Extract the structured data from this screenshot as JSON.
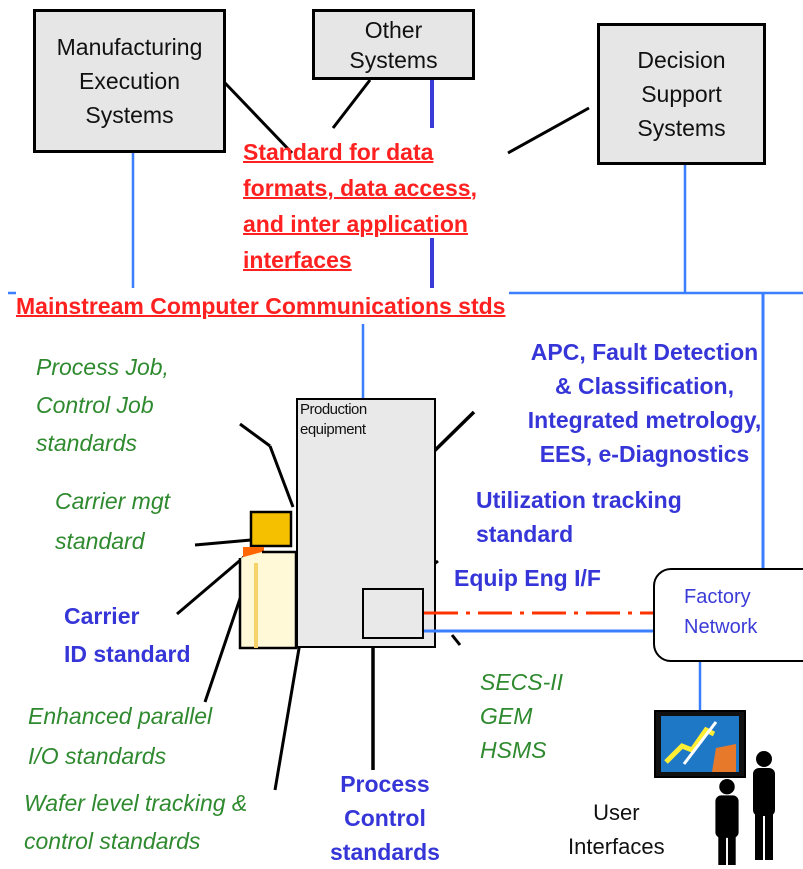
{
  "boxes": {
    "mes": "Manufacturing\nExecution\nSystems",
    "other": "Other\nSystems",
    "dss": "Decision\nSupport\nSystems",
    "production": "Production\nequipment",
    "factory_network": "Factory\nNetwork"
  },
  "labels": {
    "standard_data": "Standard for data\nformats, data access,\nand inter application\ninterfaces",
    "mainstream": "Mainstream Computer Communications stds",
    "apc": "APC, Fault Detection\n& Classification,\nIntegrated metrology,\nEES, e-Diagnostics",
    "utilization": "Utilization tracking\nstandard",
    "equip_eng": "Equip Eng I/F",
    "carrier_id": "Carrier\nID standard",
    "process_control": "Process\nControl\nstandards",
    "process_job": "Process Job,\nControl Job\nstandards",
    "carrier_mgt": "Carrier mgt\nstandard",
    "enhanced_parallel": "Enhanced parallel\nI/O standards",
    "wafer_level": "Wafer level tracking &\ncontrol standards",
    "secs": "SECS-II\nGEM\nHSMS",
    "user_interfaces": "User\nInterfaces"
  },
  "colors": {
    "red_text": "#ff2020",
    "blue_text": "#3636d8",
    "green_text": "#2f8a2f",
    "bus_line": "#3b7fff",
    "box_fill": "#e6e6e6"
  }
}
